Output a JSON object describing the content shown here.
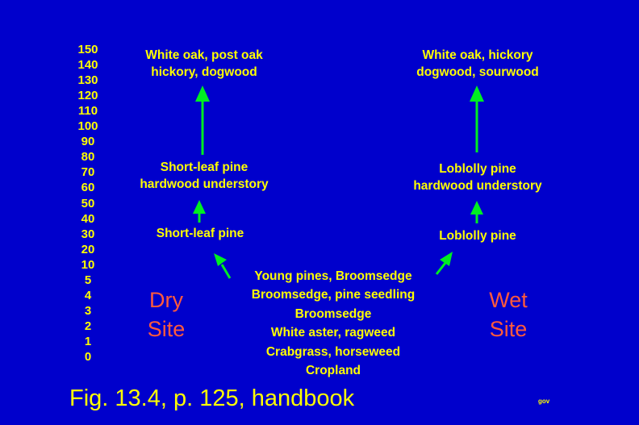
{
  "y_axis": [
    "150",
    "140",
    "130",
    "120",
    "110",
    "100",
    "90",
    "80",
    "70",
    "60",
    "50",
    "40",
    "30",
    "20",
    "10",
    "5",
    "4",
    "3",
    "2",
    "1",
    "0"
  ],
  "dry": {
    "label1": "Dry",
    "label2": "Site",
    "climax": [
      "White oak, post oak",
      "hickory, dogwood"
    ],
    "middle": [
      "Short-leaf pine",
      "hardwood understory"
    ],
    "early": "Short-leaf pine"
  },
  "wet": {
    "label1": "Wet",
    "label2": "Site",
    "climax": [
      "White oak, hickory",
      "dogwood, sourwood"
    ],
    "middle": [
      "Loblolly pine",
      "hardwood understory"
    ],
    "early": "Loblolly pine"
  },
  "center_stages": [
    "Young pines, Broomsedge",
    "Broomsedge, pine seedling",
    "Broomsedge",
    "White aster, ragweed",
    "Crabgrass, horseweed",
    "Cropland"
  ],
  "caption": "Fig. 13.4, p. 125, handbook",
  "footer_small": "gov",
  "colors": {
    "background": "#0000CC",
    "text": "#FFFF00",
    "site": "#FF5A3C",
    "arrow": "#00EE22"
  }
}
